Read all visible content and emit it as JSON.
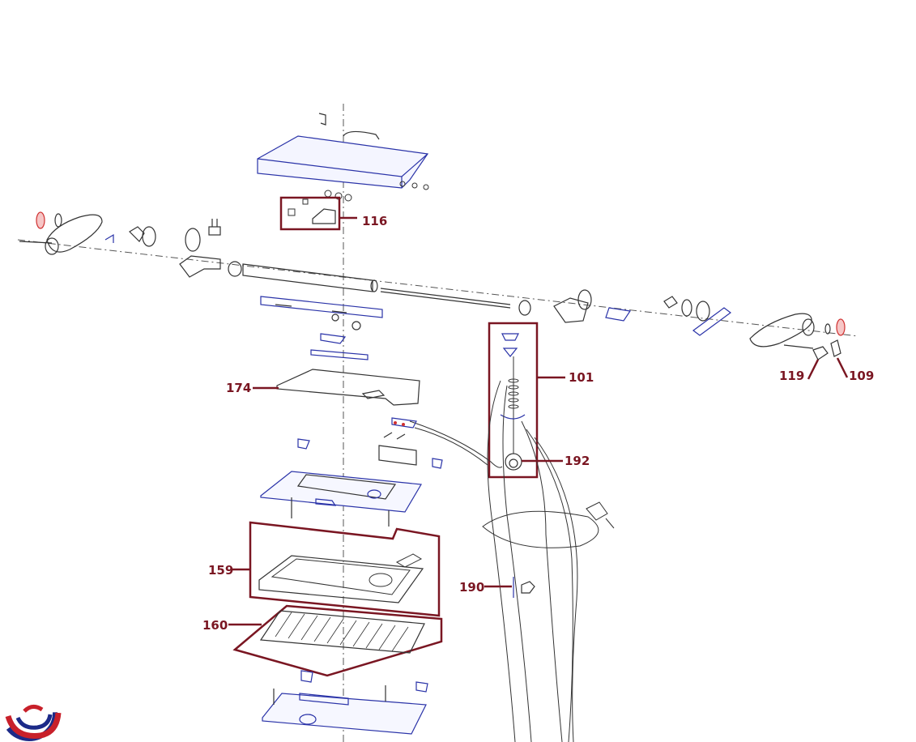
{
  "colors": {
    "callout": "#7a1622",
    "part_blue": "#2a33a8",
    "part_red": "#d03030",
    "line": "#333333",
    "logo_red": "#c8202a",
    "logo_blue": "#1c2a88"
  },
  "callouts": {
    "c116": "116",
    "c174": "174",
    "c101": "101",
    "c192": "192",
    "c119": "119",
    "c109": "109",
    "c159": "159",
    "c160": "160",
    "c190": "190"
  },
  "icons": {
    "logo": "brand-logo-icon"
  }
}
